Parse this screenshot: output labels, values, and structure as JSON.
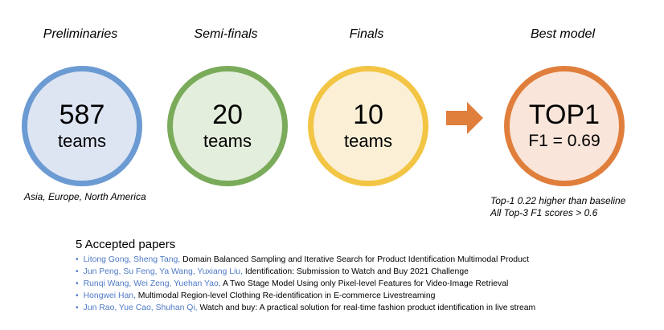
{
  "stages": [
    {
      "label": "Preliminaries",
      "value": "587",
      "unit": "teams",
      "border": "#6b9bd2",
      "fill": "#dde5f3"
    },
    {
      "label": "Semi-finals",
      "value": "20",
      "unit": "teams",
      "border": "#7aab5a",
      "fill": "#e3eedc"
    },
    {
      "label": "Finals",
      "value": "10",
      "unit": "teams",
      "border": "#f3c544",
      "fill": "#fbf0d6"
    },
    {
      "label": "Best model",
      "value": "TOP1",
      "unit": "F1 = 0.69",
      "border": "#e07e3c",
      "fill": "#f9e5d9"
    }
  ],
  "arrow_color": "#e07e3c",
  "region_note": "Asia, Europe, North America",
  "best_notes": [
    "Top-1 0.22 higher than baseline",
    "All Top-3 F1 scores > 0.6"
  ],
  "papers_title": "5 Accepted papers",
  "papers": [
    {
      "authors": "Litong Gong, Sheng Tang,",
      "title": " Domain Balanced Sampling and Iterative Search for Product Identification Multimodal Product"
    },
    {
      "authors": "Jun Peng, Su Feng, Ya Wang, Yuxiang Liu,",
      "title": " Identification: Submission to Watch and Buy 2021 Challenge"
    },
    {
      "authors": "Runqi Wang, Wei Zeng, Yuehan Yao,",
      "title": " A Two Stage Model Using only Pixel-level Features for Video-Image Retrieval"
    },
    {
      "authors": "Hongwei Han,",
      "title": " Multimodal Region-level Clothing Re-identification in E-commerce Livestreaming"
    },
    {
      "authors": "Jun Rao, Yue Cao, Shuhan Qi,",
      "title": " Watch and buy: A practical solution for real-time fashion product identification in live stream"
    }
  ]
}
